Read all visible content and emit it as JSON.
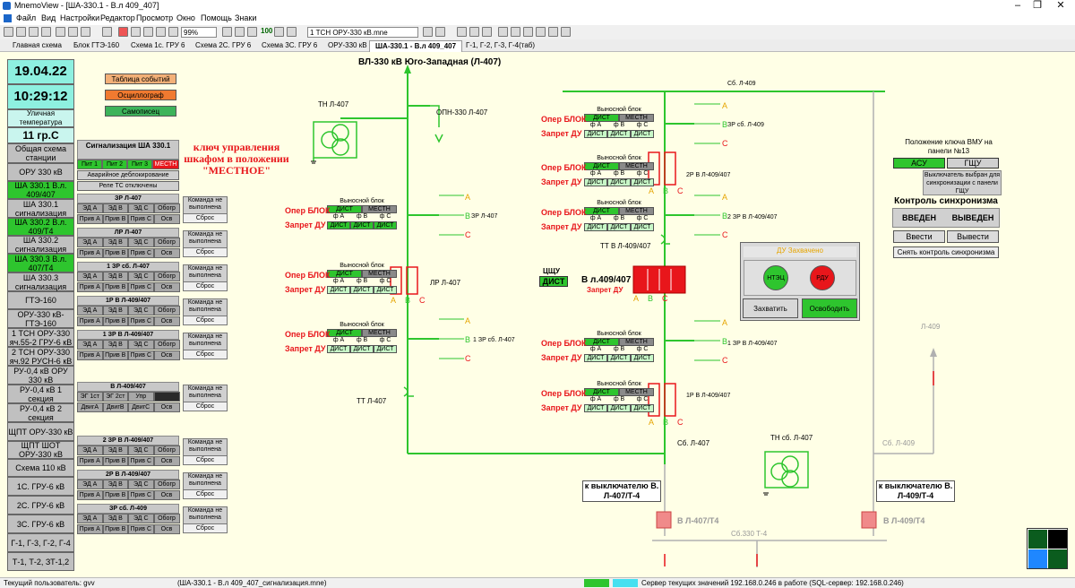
{
  "window": {
    "title": "MnemoView - [ША-330.1 - В.л 409_407]"
  },
  "menu": [
    "Файл",
    "Вид",
    "Настройки",
    "Редактор",
    "Просмотр",
    "Окно",
    "Помощь",
    "Знаки"
  ],
  "toolbar": {
    "zoom": "99%",
    "scheme_select": "1 ТСН ОРУ-330 кВ.mne",
    "counter": "100"
  },
  "tabs": [
    "Главная схема",
    "Блок ГТЭ-160",
    "Схема 1с. ГРУ 6",
    "Схема 2С. ГРУ 6",
    "Схема 3С. ГРУ 6",
    "ОРУ-330 кВ",
    "ША-330.1 - В.л 409_407",
    "Г-1, Г-2, Г-3, Г-4(таб)"
  ],
  "active_tab": "ША-330.1 - В.л 409_407",
  "nav": {
    "date": "19.04.22",
    "time": "10:29:12",
    "temp_label": "Уличная температура",
    "temp_value": "11 гр.С",
    "items": [
      "Общая схема станции",
      "ОРУ 330 кВ",
      "ША 330.1 В.л. 409/407",
      "ША 330.1 сигнализация",
      "ША 330.2 В.л. 409/Т4",
      "ША 330.2 сигнализация",
      "ША 330.3 В.л. 407/Т4",
      "ША 330.3 сигнализация",
      "ГТЭ-160",
      "ОРУ-330 кВ-ГТЭ-160",
      "1 ТСН ОРУ-330 яч.55-2 ГРУ-6 кВ",
      "2 ТСН ОРУ-330 яч.92 РУСН-6 кВ",
      "РУ-0,4 кВ ОРУ 330 кВ",
      "РУ-0,4 кВ 1 секция",
      "РУ-0,4 кВ 2 секция",
      "ЩПТ ОРУ-330 кВ",
      "ЩПТ ШОТ ОРУ-330 кВ",
      "Схема 110 кВ",
      "1С. ГРУ-6 кВ",
      "2С. ГРУ-6 кВ",
      "3С. ГРУ-6 кВ",
      "Г-1, Г-3, Г-2, Г-4",
      "Т-1, Т-2, ЗТ-1,2"
    ]
  },
  "actions": {
    "events": "Таблица событий",
    "osc": "Осциллограф",
    "rec": "Самописец"
  },
  "signal": {
    "title": "Сигнализация ША 330.1",
    "pit": [
      "Пит 1",
      "Пит 2",
      "Пит 3",
      "МЕСТН"
    ],
    "alarm": "Аварийное деблокирование",
    "relay": "Реле ТС отключены",
    "groups": [
      {
        "name": "ЗР Л-407",
        "r1": [
          "ЭД А",
          "ЭД В",
          "ЭД С",
          "Обогр"
        ],
        "r2": [
          "Прив А",
          "Прив В",
          "Прив С",
          "Осв"
        ]
      },
      {
        "name": "ЛР Л-407",
        "r1": [
          "ЭД А",
          "ЭД В",
          "ЭД С",
          "Обогр"
        ],
        "r2": [
          "Прив А",
          "Прив В",
          "Прив С",
          "Осв"
        ]
      },
      {
        "name": "1 ЗР сб. Л-407",
        "r1": [
          "ЭД А",
          "ЭД В",
          "ЭД С",
          "Обогр"
        ],
        "r2": [
          "Прив А",
          "Прив В",
          "Прив С",
          "Осв"
        ]
      },
      {
        "name": "1Р В Л-409/407",
        "r1": [
          "ЭД А",
          "ЭД В",
          "ЭД С",
          "Обогр"
        ],
        "r2": [
          "Прив А",
          "Прив В",
          "Прив С",
          "Осв"
        ]
      },
      {
        "name": "1 ЗР В Л-409/407",
        "r1": [
          "ЭД А",
          "ЭД В",
          "ЭД С",
          "Обогр"
        ],
        "r2": [
          "Прив А",
          "Прив В",
          "Прив С",
          "Осв"
        ]
      },
      {
        "name": "В Л-409/407",
        "r1": [
          "ЭГ 1ст",
          "ЭГ 2ст",
          "Упр",
          ""
        ],
        "r2": [
          "ДвигА",
          "ДвигВ",
          "ДвигС",
          "Осв"
        ]
      },
      {
        "name": "2 ЗР В Л-409/407",
        "r1": [
          "ЭД А",
          "ЭД В",
          "ЭД С",
          "Обогр"
        ],
        "r2": [
          "Прив А",
          "Прив В",
          "Прив С",
          "Осв"
        ]
      },
      {
        "name": "2Р В Л-409/407",
        "r1": [
          "ЭД А",
          "ЭД В",
          "ЭД С",
          "Обогр"
        ],
        "r2": [
          "Прив А",
          "Прив В",
          "Прив С",
          "Осв"
        ]
      },
      {
        "name": "ЗР сб. Л-409",
        "r1": [
          "ЭД А",
          "ЭД В",
          "ЭД С",
          "Обогр"
        ],
        "r2": [
          "Прив А",
          "Прив В",
          "Прив С",
          "Осв"
        ]
      }
    ],
    "cmd": "Команда не выполнена",
    "reset": "Сброс"
  },
  "notice": "ключ управления шкафом в положении \"МЕСТНОЕ\"",
  "scheme": {
    "line_title": "ВЛ-330 кВ Юго-Западная (Л-407)",
    "tn": "ТН Л-407",
    "opn": "ОПН-330 Л-407",
    "tt407": "ТТ Л-407",
    "zr407": "ЗР Л-407",
    "lr407": "ЛР Л-407",
    "zr_sb407": "1 ЗР сб. Л-407",
    "bus_top": "Сб. Л-409",
    "zr_sb409": "ЗР сб. Л-409",
    "r2": "2Р В Л-409/407",
    "zr2": "2 ЗР В Л-409/407",
    "tt409": "ТТ В Л-409/407",
    "breaker": "В л.409/407",
    "zapret": "Запрет ДУ",
    "zr1": "1 ЗР В Л-409/407",
    "r1": "1Р В Л-409/407",
    "bus407": "Сб. Л-407",
    "tn_sb": "ТН сб. Л-407",
    "bus409": "Сб. Л-409",
    "l409": "Л-409",
    "to407": "к выключателю В. Л-407/Т-4",
    "to409": "к выключателю В. Л-409/Т-4",
    "v407t4": "В Л-407/Т4",
    "v409t4": "В Л-409/Т4",
    "bus330": "Сб.330 Т-4",
    "cshu": "ЦЩУ",
    "dist": "ДИСТ",
    "oper": "Опер БЛОК",
    "zapret_du": "Запрет ДУ",
    "remote": "Выносной блок",
    "dist2": "ДИСТ",
    "mestn": "МЕСТН",
    "phases": [
      "ф А",
      "ф В",
      "ф С"
    ],
    "abc": [
      "A",
      "B",
      "C"
    ]
  },
  "du": {
    "title": "ДУ Захвачено",
    "ntec": "НТЭЦ",
    "rdu": "РДУ",
    "capture": "Захватить",
    "release": "Освободить"
  },
  "vmu": {
    "title": "Положение ключа ВМУ на панели №13",
    "asu": "АСУ",
    "gshu": "ГЩУ",
    "note": "Выключатель выбран для синхронизации с панели ГЩУ"
  },
  "sync": {
    "title": "Контроль синхронизма",
    "on": "ВВЕДЕН",
    "off": "ВЫВЕДЕН",
    "enable": "Ввести",
    "disable": "Вывести",
    "remove": "Снять контроль синхронизма"
  },
  "status": {
    "user": "Текущий пользователь: gvv",
    "file": "(ША-330.1 - В.л 409_407_сигнализация.mne)",
    "server": "Сервер текущих значений 192.168.0.246 в работе  (SQL-сервер: 192.168.0.246)"
  },
  "colors": {
    "green": "#2ec52e",
    "red": "#e8161b",
    "bg": "#ffffe6"
  }
}
